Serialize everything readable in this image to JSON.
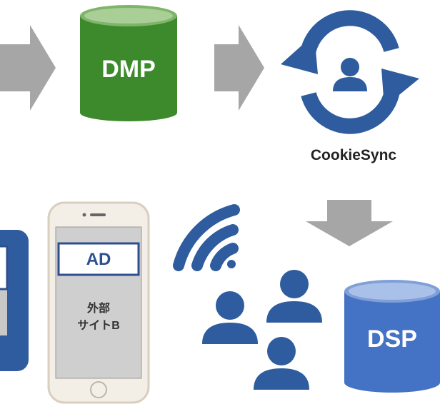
{
  "colors": {
    "arrow_gray": "#a6a6a6",
    "dmp_green": "#3d8a2c",
    "dsp_blue": "#4472c4",
    "brand_blue": "#2e5c9e",
    "ad_border": "#2e4f8f"
  },
  "flow": {
    "dmp_label": "DMP",
    "cookiesync_label": "CookieSync",
    "dsp_label": "DSP"
  },
  "phone": {
    "ad_label": "AD",
    "site_line1": "外部",
    "site_line2": "サイトB"
  },
  "icons": [
    "arrow-right-icon",
    "database-icon",
    "sync-user-icon",
    "arrow-down-icon",
    "wifi-signal-icon",
    "users-group-icon",
    "smartphone-icon",
    "tablet-icon"
  ]
}
